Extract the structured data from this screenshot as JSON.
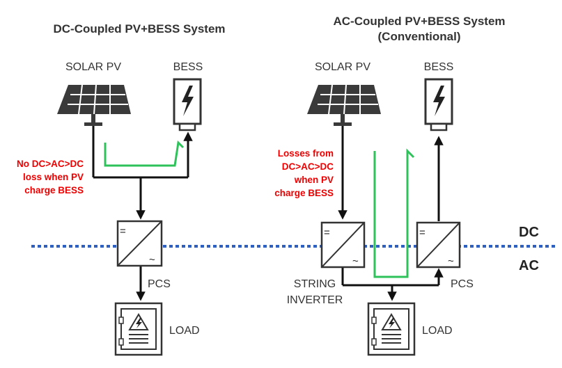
{
  "left": {
    "title": "DC-Coupled PV+BESS System",
    "solar_label": "SOLAR PV",
    "bess_label": "BESS",
    "note_lines": [
      "No DC>AC>DC",
      "loss when PV",
      "charge BESS"
    ],
    "pcs_label": "PCS",
    "load_label": "LOAD"
  },
  "right": {
    "title_line1": "AC-Coupled PV+BESS System",
    "title_line2": "(Conventional)",
    "solar_label": "SOLAR PV",
    "bess_label": "BESS",
    "note_lines": [
      "Losses from",
      "DC>AC>DC",
      "when PV",
      "charge BESS"
    ],
    "inverter_label_line1": "STRING",
    "inverter_label_line2": "INVERTER",
    "pcs_label": "PCS",
    "load_label": "LOAD"
  },
  "bus": {
    "dc_label": "DC",
    "ac_label": "AC"
  },
  "symbols": {
    "dc": "=",
    "ac": "~"
  },
  "colors": {
    "flow_line": "#2ec25a",
    "note_text": "#ee0000",
    "bus_line": "#2f5fbf",
    "icon": "#333333"
  },
  "icons": [
    "solar-panel-icon",
    "battery-icon",
    "converter-icon",
    "load-panel-icon"
  ]
}
